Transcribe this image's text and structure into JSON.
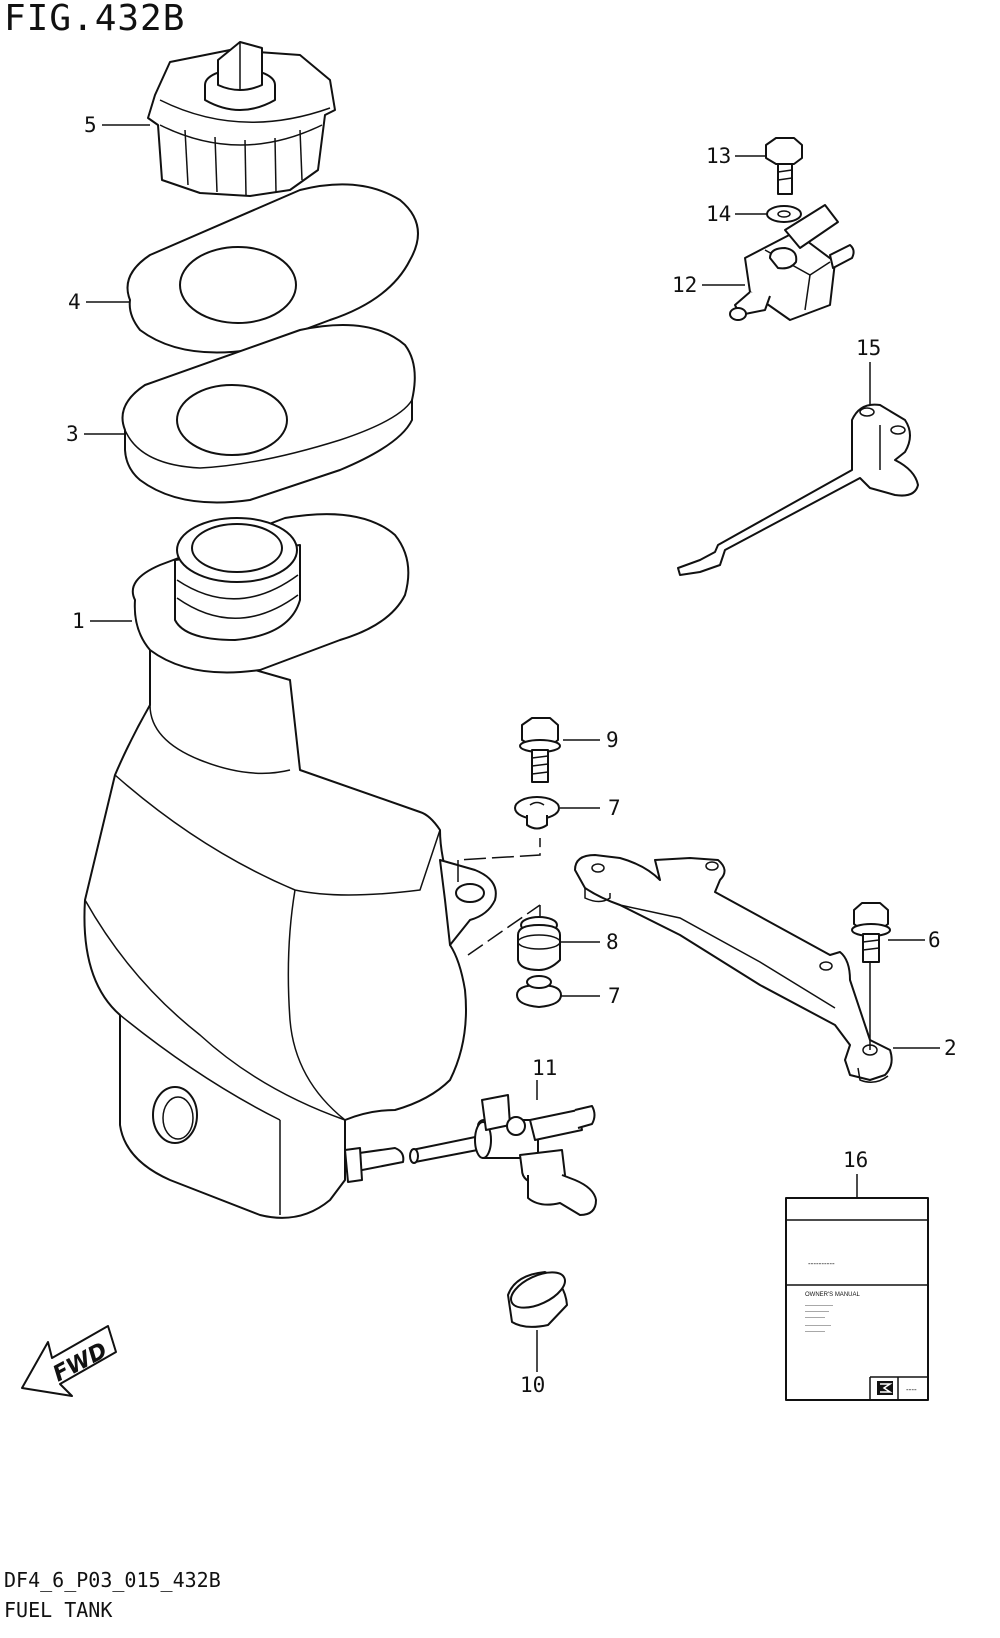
{
  "figure": {
    "title": "FIG.432B",
    "code": "DF4_6_P03_015_432B",
    "name": "FUEL TANK"
  },
  "callouts": {
    "p1": "1",
    "p2": "2",
    "p3": "3",
    "p4": "4",
    "p5": "5",
    "p6": "6",
    "p7a": "7",
    "p7b": "7",
    "p8": "8",
    "p9": "9",
    "p10": "10",
    "p11": "11",
    "p12": "12",
    "p13": "13",
    "p14": "14",
    "p15": "15",
    "p16": "16"
  },
  "fwd_label": "FWD",
  "manual": {
    "dashes_top": "----------",
    "title": "OWNER'S MANUAL",
    "lines": [
      "--------------",
      "------------",
      "----------",
      "-------------",
      "----------"
    ],
    "corner": "----",
    "logo_icon": "suzuki-s-logo"
  }
}
